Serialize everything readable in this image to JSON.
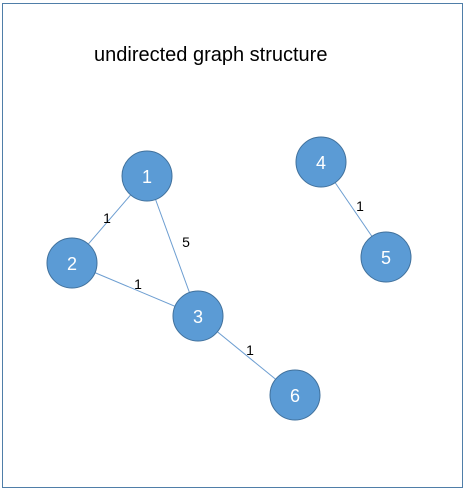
{
  "diagram": {
    "title": "undirected graph structure",
    "colors": {
      "node_fill": "#5b9bd5",
      "node_stroke": "#41719c",
      "edge": "#6d9ed1",
      "frame": "#4f7ea8"
    },
    "nodes": [
      {
        "id": "1",
        "label": "1"
      },
      {
        "id": "2",
        "label": "2"
      },
      {
        "id": "3",
        "label": "3"
      },
      {
        "id": "4",
        "label": "4"
      },
      {
        "id": "5",
        "label": "5"
      },
      {
        "id": "6",
        "label": "6"
      }
    ],
    "edges": [
      {
        "from": "1",
        "to": "2",
        "weight": "1"
      },
      {
        "from": "1",
        "to": "3",
        "weight": "5"
      },
      {
        "from": "2",
        "to": "3",
        "weight": "1"
      },
      {
        "from": "3",
        "to": "6",
        "weight": "1"
      },
      {
        "from": "4",
        "to": "5",
        "weight": "1"
      }
    ]
  }
}
